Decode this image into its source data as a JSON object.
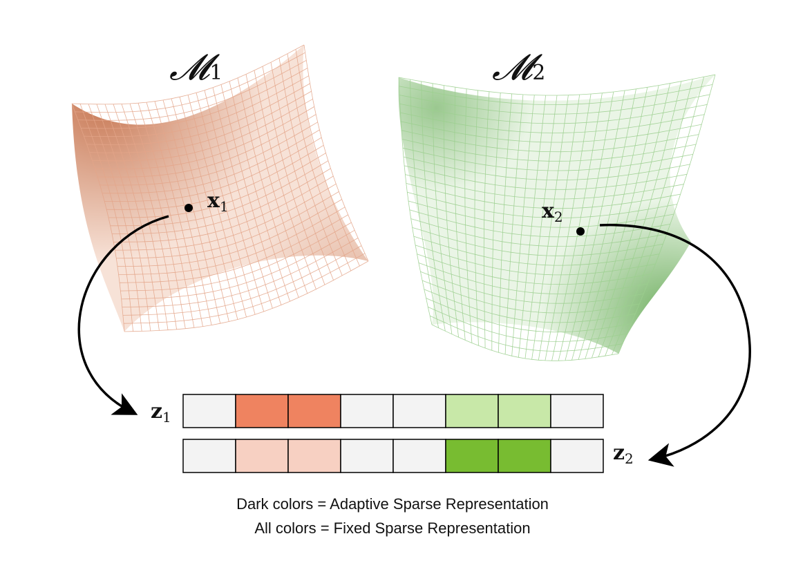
{
  "manifolds": [
    {
      "label": "𝓜",
      "sub": "1",
      "point_label": "x",
      "point_sub": "1",
      "mesh_color": "#e3a58a",
      "fill": "#f7e2d7",
      "shade": "#c0673f"
    },
    {
      "label": "𝓜",
      "sub": "2",
      "point_label": "x",
      "point_sub": "2",
      "mesh_color": "#9ccf8f",
      "fill": "#eaf5e6",
      "shade": "#5aa349"
    }
  ],
  "codes": [
    {
      "label": "z",
      "sub": "1",
      "cells": [
        "#f3f3f3",
        "#ef8360",
        "#ef8360",
        "#f3f3f3",
        "#f3f3f3",
        "#c8e8a8",
        "#c8e8a8",
        "#f3f3f3"
      ]
    },
    {
      "label": "z",
      "sub": "2",
      "cells": [
        "#f3f3f3",
        "#f7d0c2",
        "#f7d0c2",
        "#f3f3f3",
        "#f3f3f3",
        "#78bc31",
        "#78bc31",
        "#f3f3f3"
      ]
    }
  ],
  "legend": {
    "line1": "Dark colors = Adaptive Sparse Representation",
    "line2": "All colors = Fixed Sparse Representation"
  }
}
